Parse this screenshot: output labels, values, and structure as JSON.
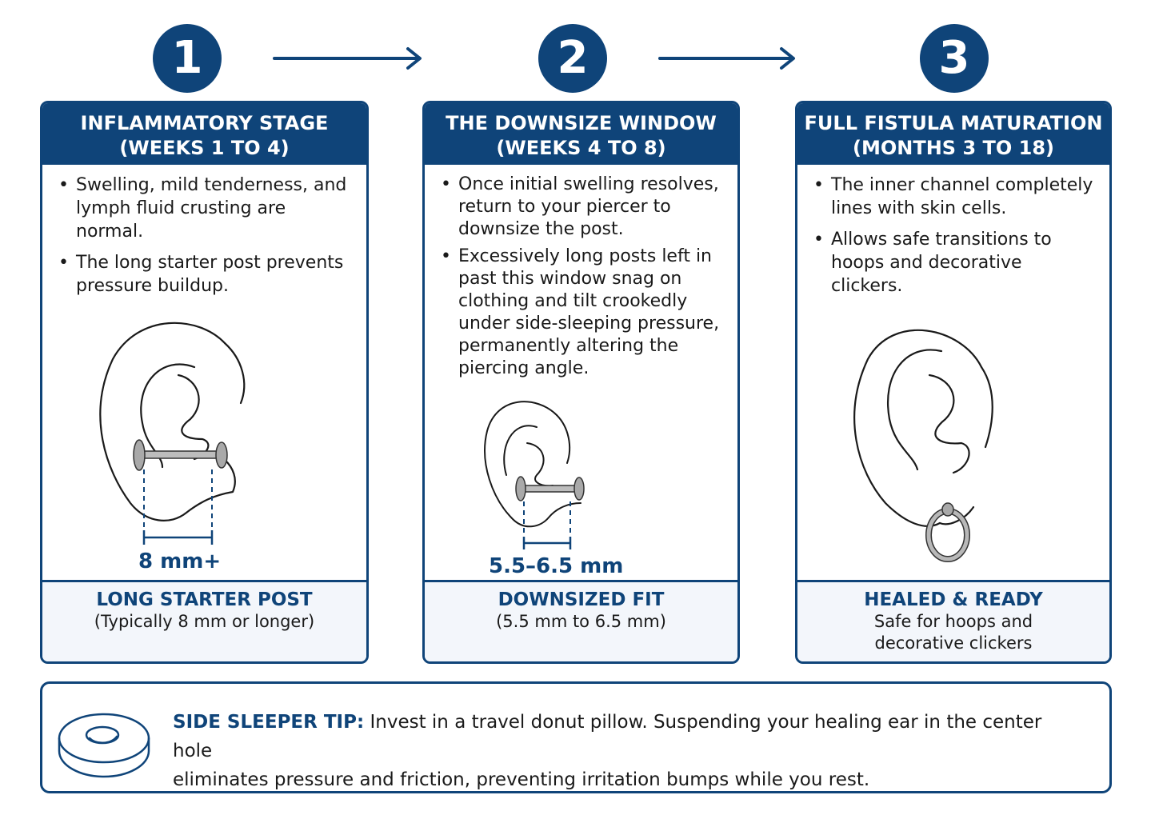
{
  "steps": [
    {
      "number": "1",
      "title": "INFLAMMATORY STAGE",
      "period": "(WEEKS 1 TO 4)",
      "bullets": [
        "Swelling, mild tenderness, and lymph fluid crusting are normal.",
        "The long starter post prevents pressure buildup."
      ],
      "measurement": "8 mm+",
      "footer_title": "LONG STARTER POST",
      "footer_sub": "(Typically 8 mm or longer)",
      "jewelry_icon": "long-barbell-icon"
    },
    {
      "number": "2",
      "title": "THE DOWNSIZE WINDOW",
      "period": "(WEEKS 4 TO 8)",
      "bullets": [
        "Once initial swelling resolves, return to your piercer to downsize the post.",
        "Excessively long posts left in past this window snag on clothing and tilt crookedly under side-sleeping pressure, permanently altering the piercing angle."
      ],
      "measurement": "5.5–6.5 mm",
      "footer_title": "DOWNSIZED FIT",
      "footer_sub": "(5.5 mm to 6.5 mm)",
      "jewelry_icon": "short-barbell-icon"
    },
    {
      "number": "3",
      "title": "FULL FISTULA MATURATION",
      "period": "(MONTHS 3 TO 18)",
      "bullets": [
        "The inner channel completely lines with skin cells.",
        "Allows safe transitions to hoops and decorative clickers."
      ],
      "footer_title": "HEALED & READY",
      "footer_sub_1": "Safe for hoops and",
      "footer_sub_2": "decorative clickers",
      "jewelry_icon": "hoop-icon"
    }
  ],
  "tip": {
    "label": "SIDE SLEEPER TIP:",
    "line1": " Invest in a travel donut pillow. Suspending your healing ear in the center hole",
    "line2": "eliminates pressure and friction, preventing irritation bumps while you rest.",
    "icon": "donut-pillow-icon"
  },
  "colors": {
    "primary": "#0f4479",
    "footer_bg": "#f3f6fb",
    "ear_stroke": "#1a1a1a",
    "metal": "#a9a9a9"
  }
}
